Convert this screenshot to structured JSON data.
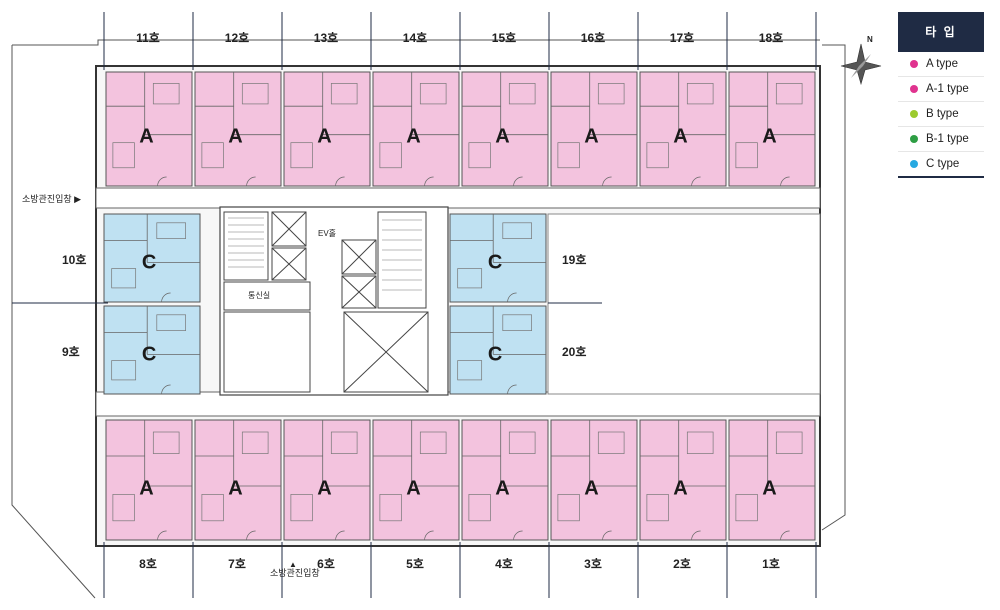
{
  "legend": {
    "title": "타 입",
    "items": [
      {
        "label": "A type",
        "color": "#e0338f"
      },
      {
        "label": "A-1 type",
        "color": "#e0338f"
      },
      {
        "label": "B type",
        "color": "#9ccb2e"
      },
      {
        "label": "B-1 type",
        "color": "#2e9e44"
      },
      {
        "label": "C type",
        "color": "#27a9e1"
      }
    ]
  },
  "top_units": [
    "11호",
    "12호",
    "13호",
    "14호",
    "15호",
    "16호",
    "17호",
    "18호"
  ],
  "bottom_units": [
    "8호",
    "7호",
    "6호",
    "5호",
    "4호",
    "3호",
    "2호",
    "1호"
  ],
  "left_units": [
    "10호",
    "9호"
  ],
  "right_units": [
    "19호",
    "20호"
  ],
  "type_letters": {
    "a": "A",
    "c": "C"
  },
  "labels": {
    "fire_entry_window": "소방관진입창 ▶",
    "fire_entry_stairs": "소방관진입창",
    "ev_hall": "EV홀",
    "comm_room": "통신실",
    "north": "N"
  },
  "colors": {
    "a_fill": "#f3c3de",
    "c_fill": "#bfe1f2",
    "legend_header": "#1f2b44"
  }
}
